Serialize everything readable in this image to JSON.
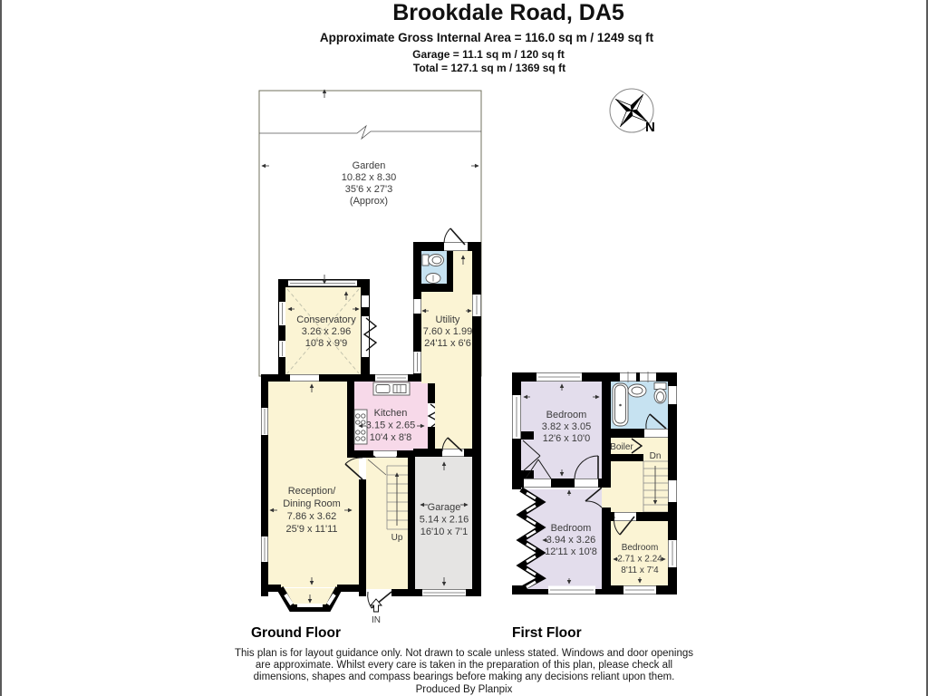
{
  "header": {
    "title": "Brookdale Road, DA5",
    "area1": "Approximate Gross Internal Area = 116.0 sq m / 1249 sq ft",
    "area2": "Garage = 11.1 sq m / 120 sq ft",
    "area3": "Total = 127.1 sq m / 1369 sq ft"
  },
  "compass": {
    "label": "N"
  },
  "ground_floor": {
    "label": "Ground Floor",
    "garden": {
      "name": "Garden",
      "metric": "10.82 x 8.30",
      "imperial": "35'6 x 27'3",
      "note": "(Approx)"
    },
    "conservatory": {
      "name": "Conservatory",
      "metric": "3.26 x 2.96",
      "imperial": "10'8 x 9'9"
    },
    "utility": {
      "name": "Utility",
      "metric": "7.60 x 1.99",
      "imperial": "24'11 x 6'6"
    },
    "kitchen": {
      "name": "Kitchen",
      "metric": "3.15 x 2.65",
      "imperial": "10'4 x 8'8"
    },
    "reception": {
      "name1": "Reception/",
      "name2": "Dining Room",
      "metric": "7.86 x 3.62",
      "imperial": "25'9 x 11'11"
    },
    "garage": {
      "name": "Garage",
      "metric": "5.14 x 2.16",
      "imperial": "16'10 x 7'1"
    },
    "stairs_up": "Up",
    "entrance": "IN"
  },
  "first_floor": {
    "label": "First Floor",
    "bedroom1": {
      "name": "Bedroom",
      "metric": "3.82 x 3.05",
      "imperial": "12'6 x 10'0"
    },
    "bedroom2": {
      "name": "Bedroom",
      "metric": "3.94 x 3.26",
      "imperial": "12'11 x 10'8"
    },
    "bedroom3": {
      "name": "Bedroom",
      "metric": "2.71 x 2.24",
      "imperial": "8'11 x 7'4"
    },
    "boiler_label": "Boiler",
    "stairs_dn": "Dn"
  },
  "footer": {
    "disclaimer1": "This plan is for layout guidance only. Not drawn to scale unless stated. Windows and door openings",
    "disclaimer2": "are approximate. Whilst every care is taken in the preparation of this plan, please check all",
    "disclaimer3": "dimensions, shapes and compass bearings before making any decisions reliant upon them.",
    "produced": "Produced By Planpix"
  },
  "colors": {
    "garden": "#edeeda",
    "cream": "#fbf4d4",
    "pink": "#f7d9e9",
    "grey": "#e5e4e3",
    "blue": "#c6e2f1",
    "lavender": "#e3ddec",
    "wall": "#000000"
  }
}
